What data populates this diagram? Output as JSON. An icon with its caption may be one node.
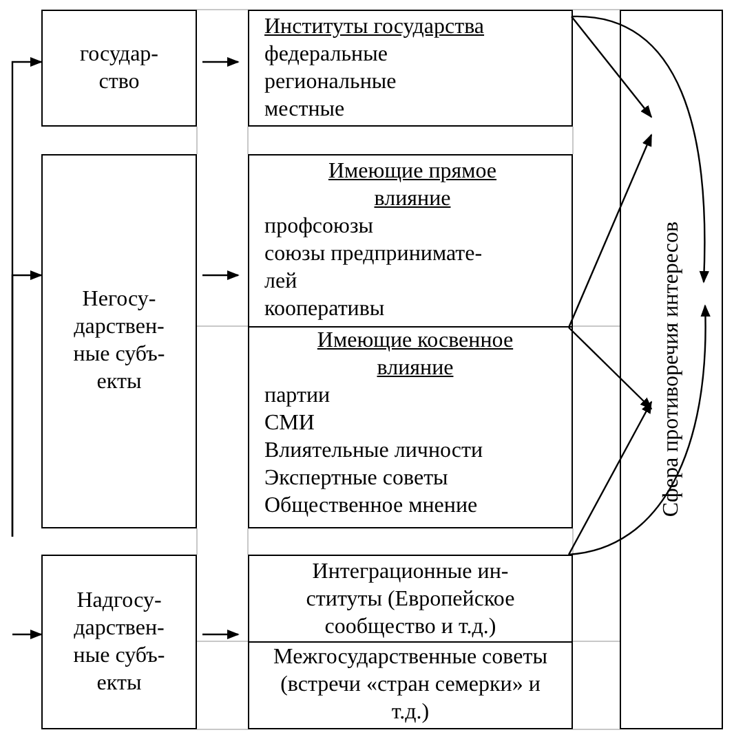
{
  "diagram": {
    "nodes": [
      {
        "text": [
          "государ- ство"
        ]
      },
      {
        "text": [
          "Негосу- дарствен- ные субъ- екты"
        ]
      },
      {
        "text": [
          "Надгосу- дарствен- ные субъ- екты"
        ]
      },
      {
        "text": [
          "Институты государства",
          "федеральные",
          "региональные",
          "местные"
        ]
      },
      {
        "text": [
          "Имеющие прямое влияние",
          "профсоюзы",
          "союзы предпринимате- лей",
          "кооперативы"
        ]
      },
      {
        "text": [
          "Имеющие косвенное влияние",
          "партии",
          "СМИ",
          "Влиятельные личности",
          "Экспертные советы",
          "Общественное мнение"
        ]
      },
      {
        "text": [
          "Интеграционные ин- ституты (Европейское сообщество и т.д.)"
        ]
      },
      {
        "text": [
          "Межгосударственные советы (встречи «стран семерки» и т.д.)"
        ]
      },
      {
        "text": [
          "Сфера противоречия интересов"
        ]
      }
    ],
    "edges": [
      {
        "from": null,
        "to": 0,
        "arrow": "to"
      },
      {
        "from": null,
        "to": 1,
        "arrow": "to"
      },
      {
        "from": null,
        "to": 2,
        "arrow": "to"
      },
      {
        "from": 0,
        "to": 3,
        "arrow": "to"
      },
      {
        "from": 1,
        "to": 4,
        "arrow": "to"
      },
      {
        "from": 2,
        "to": 6,
        "arrow": "to"
      },
      {
        "from": 3,
        "to": 8,
        "arrow": "to"
      },
      {
        "from": 3,
        "to": 8,
        "arrow": "to"
      },
      {
        "from": 4,
        "to": 8,
        "arrow": "to"
      },
      {
        "from": 4,
        "to": 8,
        "arrow": "to"
      },
      {
        "from": 6,
        "to": 8,
        "arrow": "to"
      },
      {
        "from": 6,
        "to": 8,
        "arrow": "to"
      }
    ]
  }
}
